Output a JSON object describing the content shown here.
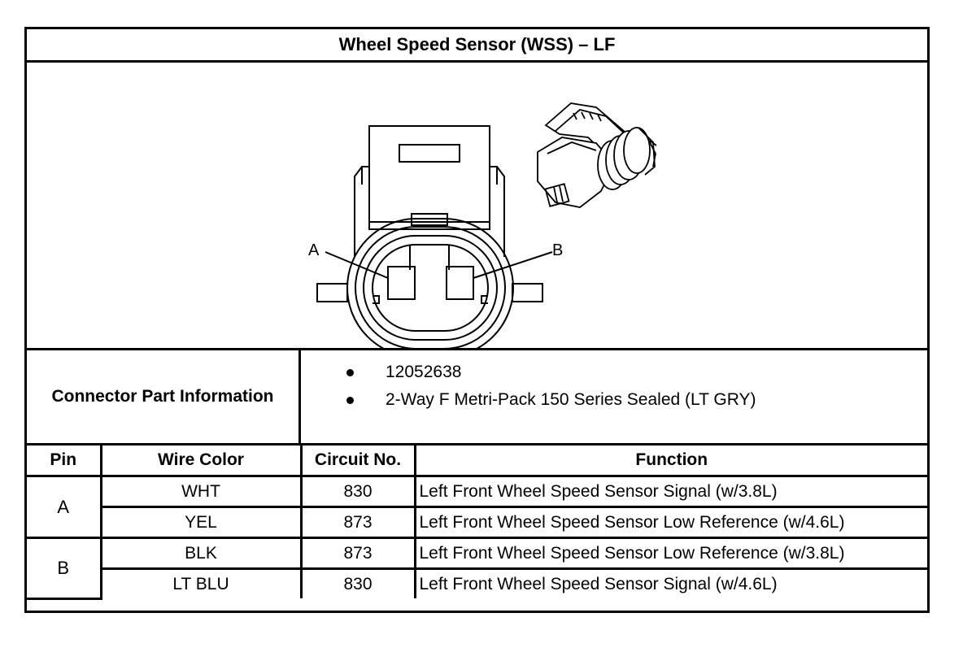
{
  "title": "Wheel Speed Sensor (WSS) – LF",
  "diagram": {
    "pin_labels": [
      "A",
      "B"
    ]
  },
  "connector_info": {
    "label": "Connector Part Information",
    "items": [
      "12052638",
      "2-Way F Metri-Pack 150 Series Sealed (LT GRY)"
    ]
  },
  "table": {
    "headers": [
      "Pin",
      "Wire Color",
      "Circuit No.",
      "Function"
    ],
    "pins": [
      {
        "pin": "A",
        "rows": [
          {
            "wire": "WHT",
            "circuit": "830",
            "function": "Left Front Wheel Speed Sensor Signal (w/3.8L)"
          },
          {
            "wire": "YEL",
            "circuit": "873",
            "function": "Left Front Wheel Speed Sensor Low Reference (w/4.6L)"
          }
        ]
      },
      {
        "pin": "B",
        "rows": [
          {
            "wire": "BLK",
            "circuit": "873",
            "function": "Left Front Wheel Speed Sensor Low Reference (w/3.8L)"
          },
          {
            "wire": "LT BLU",
            "circuit": "830",
            "function": "Left Front Wheel Speed Sensor Signal (w/4.6L)"
          }
        ]
      }
    ]
  }
}
